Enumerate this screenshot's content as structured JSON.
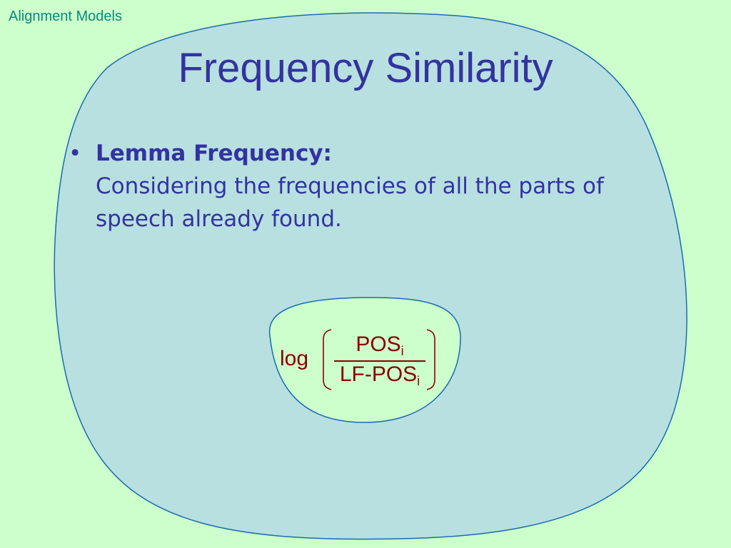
{
  "header": {
    "label": "Alignment Models"
  },
  "slide": {
    "title": "Frequency Similarity",
    "bullet": {
      "symbol": "•",
      "heading": "Lemma Frequency:",
      "body": "Considering the frequencies of all the parts of speech already found."
    },
    "formula": {
      "log": "log",
      "numerator": "POS",
      "numerator_sub": "i",
      "denominator": "LF-POS",
      "denominator_sub": "i"
    }
  },
  "colors": {
    "background": "#ccffcc",
    "outer_blob": "#b8e0e0",
    "inner_blob": "#ccffcc",
    "outline": "#1a6bb0",
    "title_text": "#3333a0",
    "formula_text": "#8b0000",
    "header_text": "#0a8a7a"
  }
}
